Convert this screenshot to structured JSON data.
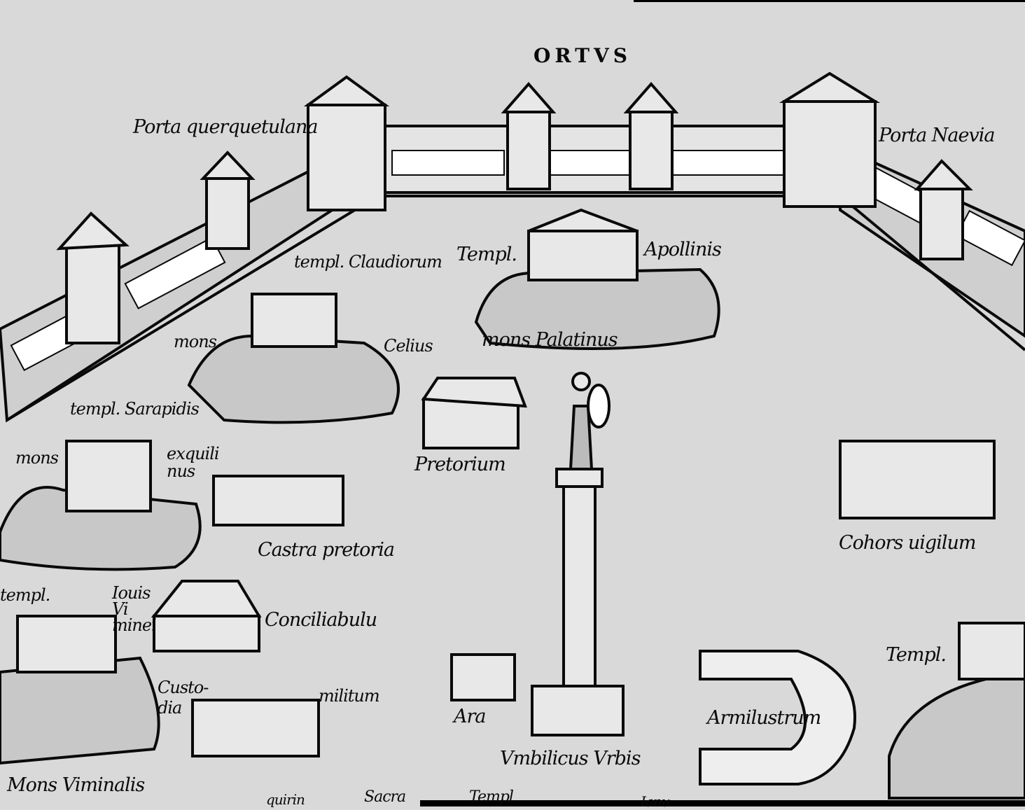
{
  "map": {
    "title": "ORTVS",
    "labels": {
      "porta_querquetulana": "Porta querquetulana",
      "porta_naevia": "Porta Naevia",
      "templ_apollinis_a": "Templ.",
      "templ_apollinis_b": "Apollinis",
      "templ_claudiorum": "templ. Claudiorum",
      "mons_celius_a": "mons",
      "mons_celius_b": "Celius",
      "mons_palatinus": "mons Palatinus",
      "templ_sarapidis": "templ. Sarapidis",
      "mons_exquilinus_a": "mons",
      "mons_exquilinus_b": "exquili nus",
      "pretorium": "Pretorium",
      "castra_pretoria": "Castra pretoria",
      "cohors_uigilum": "Cohors uigilum",
      "templ_iouis_a": "templ.",
      "templ_iouis_b": "Iouis Vi minei",
      "conciliabulum": "Conciliabulu",
      "custodia": "Custo- dia",
      "militum": "militum",
      "ara": "Ara",
      "armilustrum": "Armilustrum",
      "umbilicus_urbis": "Vmbilicus Vrbis",
      "mons_viminalis": "Mons Viminalis",
      "templ_right": "Templ.",
      "sacra": "Sacra",
      "templ_bottom": "Templ",
      "quirin": "quirin",
      "ianu": "Ianu"
    },
    "colors": {
      "paper": "#d9d9d9",
      "ink": "#0a0a0a"
    }
  }
}
